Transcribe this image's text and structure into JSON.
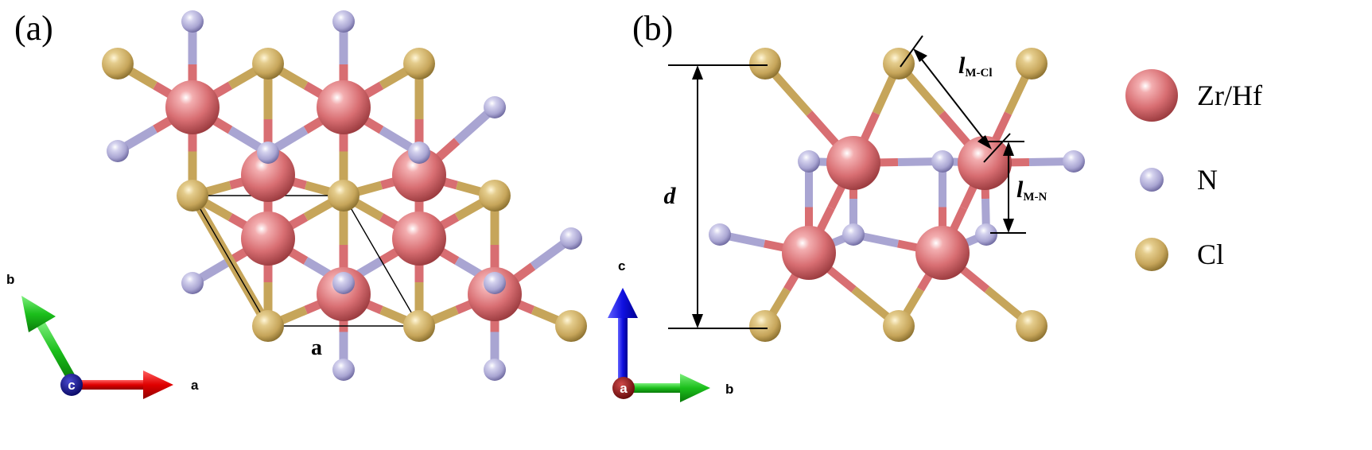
{
  "panels": {
    "a": {
      "label": "(a)",
      "lattice_label": "a",
      "axes": {
        "x": "a",
        "y": "b",
        "center": "c"
      }
    },
    "b": {
      "label": "(b)",
      "axes": {
        "x": "b",
        "y": "c",
        "center": "a"
      },
      "annotations": {
        "thickness": "d",
        "l_mcl_main": "l",
        "l_mcl_sub": "M-Cl",
        "l_mn_main": "l",
        "l_mn_sub": "M-N"
      }
    }
  },
  "legend": [
    {
      "label": "Zr/Hf",
      "element": "metal"
    },
    {
      "label": "N",
      "element": "nitrogen"
    },
    {
      "label": "Cl",
      "element": "chlorine"
    }
  ],
  "colors": {
    "metal": "#d86e72",
    "nitrogen": "#a9a5d2",
    "chlorine": "#c6a55a",
    "axis_red": "#e00000",
    "axis_green": "#1bbf1b",
    "axis_blue": "#1010e0",
    "axis_center_navy": "#0a0a8c",
    "axis_center_maroon": "#8c0a0a"
  }
}
